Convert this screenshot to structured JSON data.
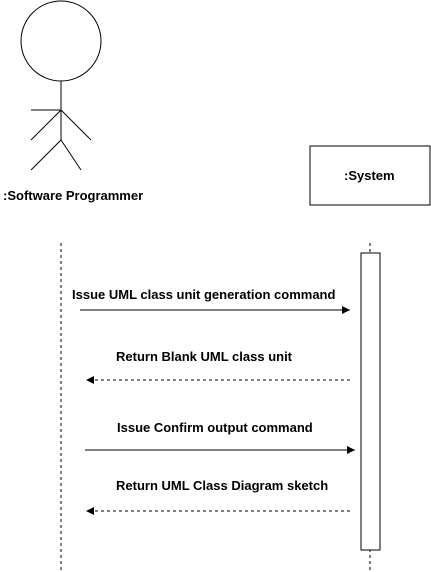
{
  "actors": {
    "programmer": {
      "label": ":Software Programmer"
    },
    "system": {
      "label": ":System"
    }
  },
  "messages": [
    {
      "label": "Issue UML class unit generation command",
      "direction": "to-system",
      "style": "solid"
    },
    {
      "label": "Return  Blank UML class unit",
      "direction": "to-programmer",
      "style": "dashed"
    },
    {
      "label": "Issue Confirm output command",
      "direction": "to-system",
      "style": "solid"
    },
    {
      "label": "Return UML Class Diagram sketch",
      "direction": "to-programmer",
      "style": "dashed"
    }
  ]
}
